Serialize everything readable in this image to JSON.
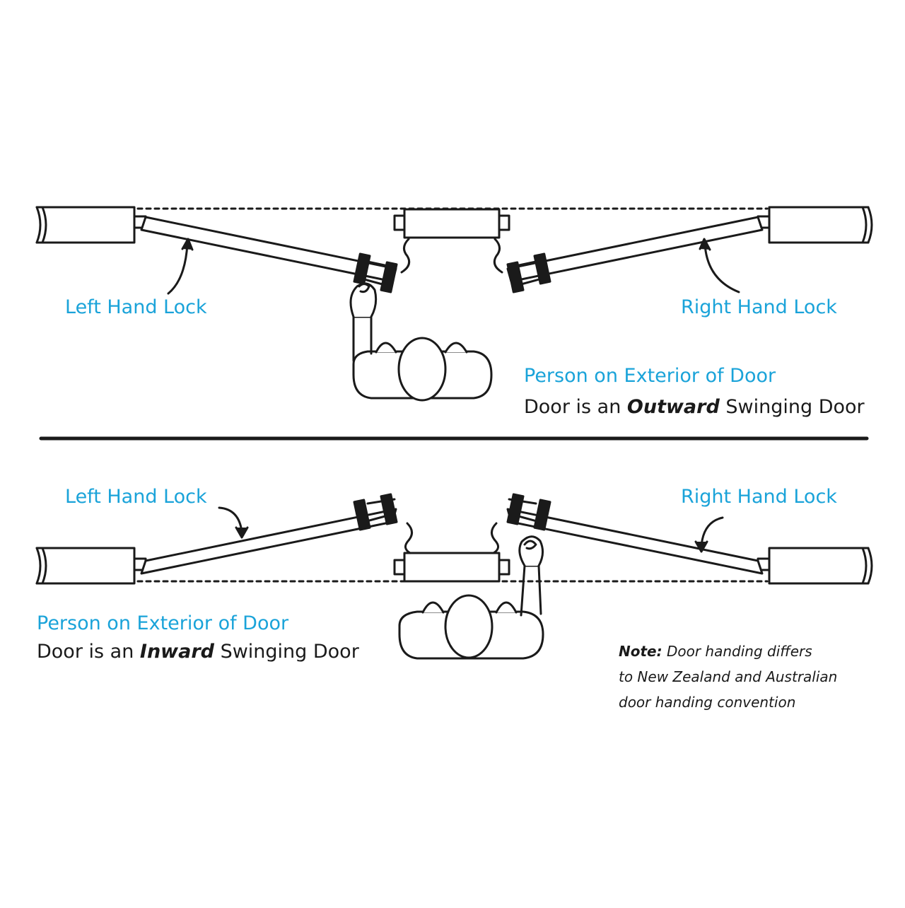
{
  "top": {
    "left_label": "Left Hand Lock",
    "right_label": "Right Hand Lock",
    "person_label": "Person on Exterior of Door",
    "swing": {
      "prefix": "Door is an ",
      "emphasis": "Outward",
      "suffix": " Swinging Door"
    }
  },
  "bottom": {
    "left_label": "Left Hand Lock",
    "right_label": "Right Hand Lock",
    "person_label": "Person on Exterior of Door",
    "swing": {
      "prefix": "Door is an ",
      "emphasis": "Inward",
      "suffix": " Swinging Door"
    }
  },
  "note": {
    "heading": "Note:",
    "line1": " Door handing differs",
    "line2": "to New Zealand and Australian",
    "line3": "door handing convention"
  },
  "colors": {
    "accent": "#1aa3d9",
    "ink": "#1a1a1a"
  }
}
